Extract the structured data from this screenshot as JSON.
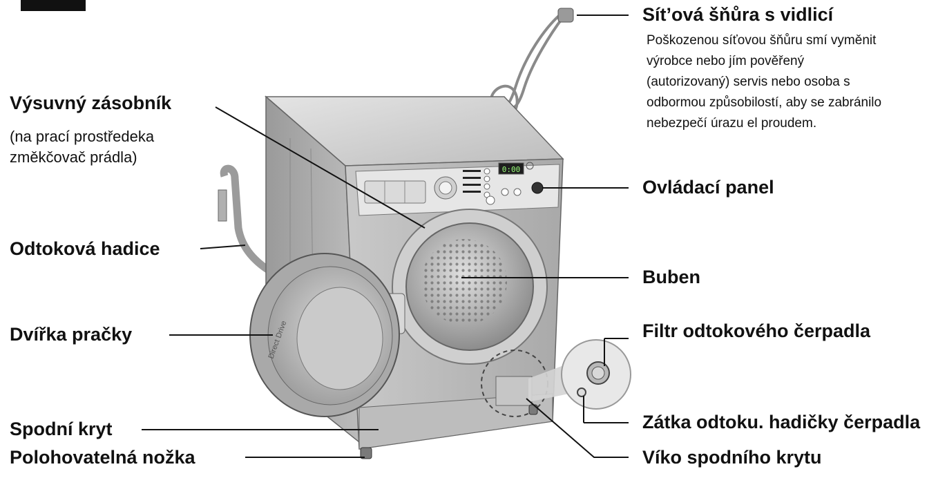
{
  "labels": {
    "power_cord": "Sít’ová šňůra s vidlicí",
    "power_cord_note": [
      "Poškozenou síťovou šňůru smí vyměnit",
      "výrobce nebo jím pověřený",
      "(autorizovaný) servis nebo osoba s",
      "odbormou způsobilostí, aby se zabránilo",
      "nebezpečí úrazu el proudem."
    ],
    "drawer": "Výsuvný zásobník",
    "drawer_note": [
      "(na prací prostředeka",
      "změkčovač prádla)"
    ],
    "control_panel": "Ovládací panel",
    "drain_hose": "Odtoková hadice",
    "drum": "Buben",
    "door": "Dvířka pračky",
    "pump_filter": "Filtr odtokového čerpadla",
    "drain_plug": "Zátka odtoku. hadičky čerpadla",
    "lower_cover": "Spodní kryt",
    "leveling_foot": "Polohovatelná nožka",
    "lower_cover_lid": "Víko spodního krytu"
  },
  "display_readout": "0:00"
}
